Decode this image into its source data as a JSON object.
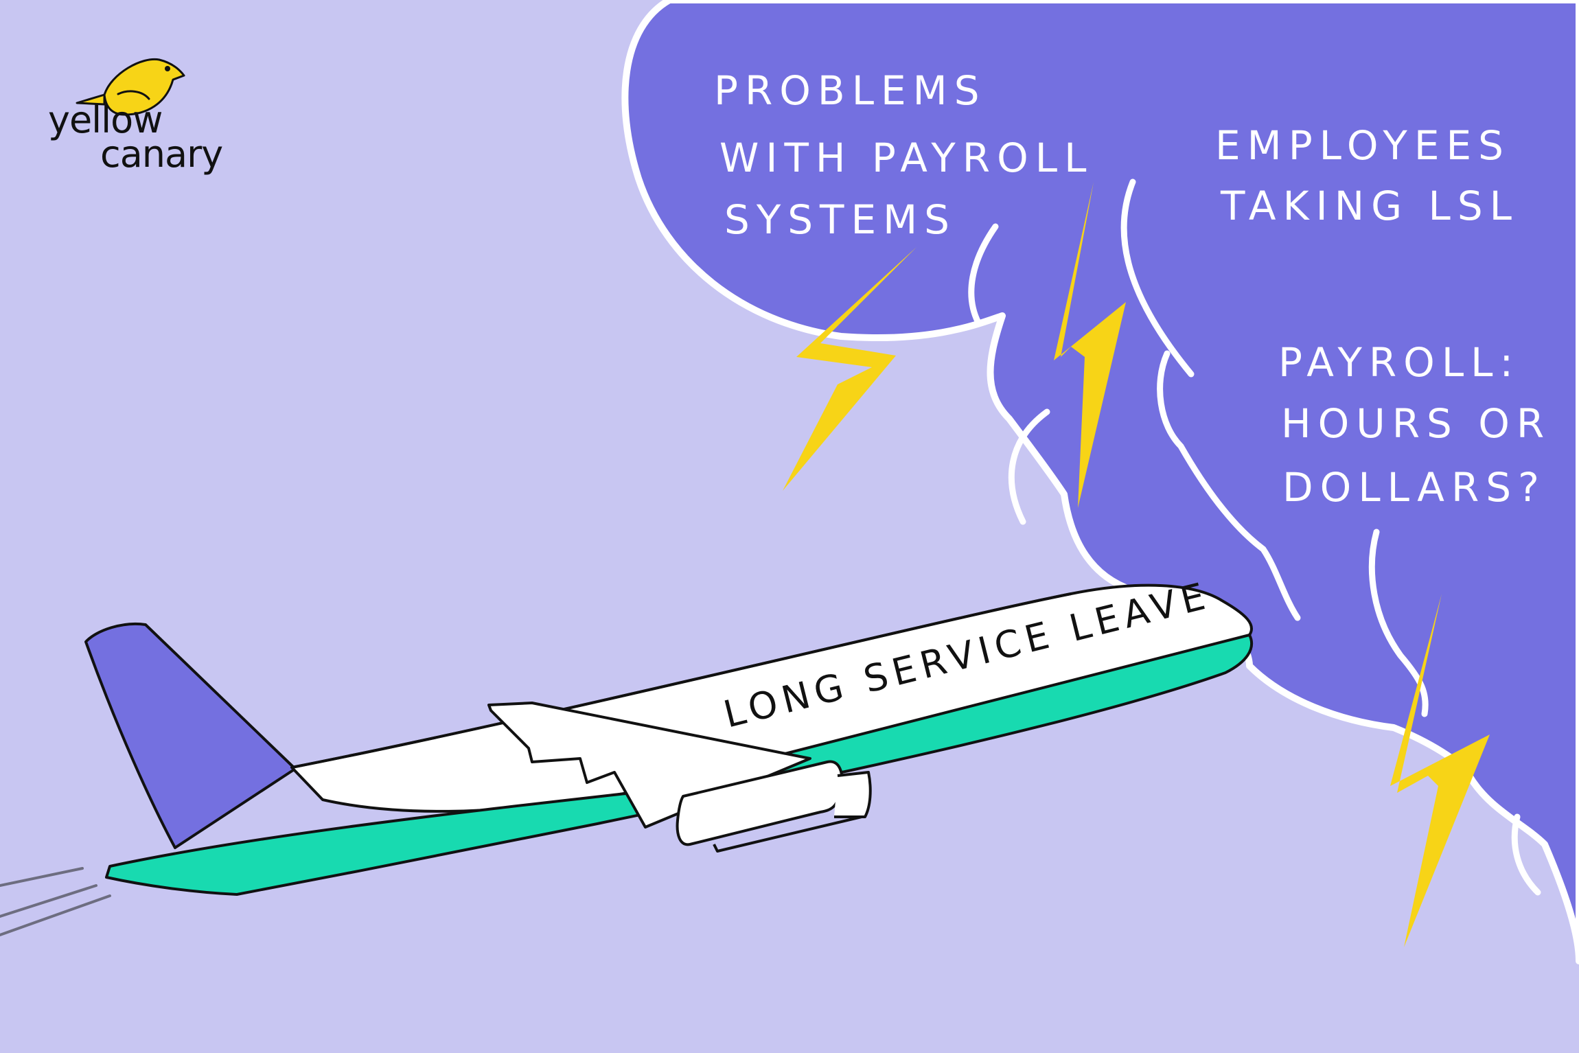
{
  "brand": {
    "line1": "yellow",
    "line2": "canary",
    "logo_icon": "canary-bird-icon",
    "bird_color": "#f7d417"
  },
  "cloud": {
    "color": "#7470e0",
    "outline_color": "#ffffff",
    "labels": {
      "problems_line1": "PROBLEMS",
      "problems_line2": "WITH PAYROLL",
      "problems_line3": "SYSTEMS",
      "employees_line1": "EMPLOYEES",
      "employees_line2": "TAKING LSL",
      "payroll_line1": "PAYROLL:",
      "payroll_line2": "HOURS OR",
      "payroll_line3": "DOLLARS?"
    }
  },
  "lightning": {
    "icon": "lightning-bolt-icon",
    "color": "#f7d417",
    "count": 3
  },
  "plane": {
    "label": "LONG SERVICE LEAVE",
    "body_color": "#ffffff",
    "belly_color": "#18dab0",
    "tail_color": "#7470e0"
  },
  "background_color": "#c8c6f2"
}
